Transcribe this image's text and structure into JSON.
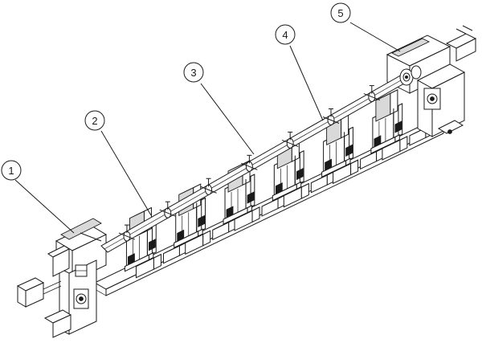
{
  "diagram": {
    "callouts": [
      {
        "label": "1"
      },
      {
        "label": "2"
      },
      {
        "label": "3"
      },
      {
        "label": "4"
      },
      {
        "label": "5"
      }
    ],
    "colors": {
      "ink": "#1a1a1a",
      "background": "#ffffff",
      "shade": "#d9d9d9"
    }
  }
}
